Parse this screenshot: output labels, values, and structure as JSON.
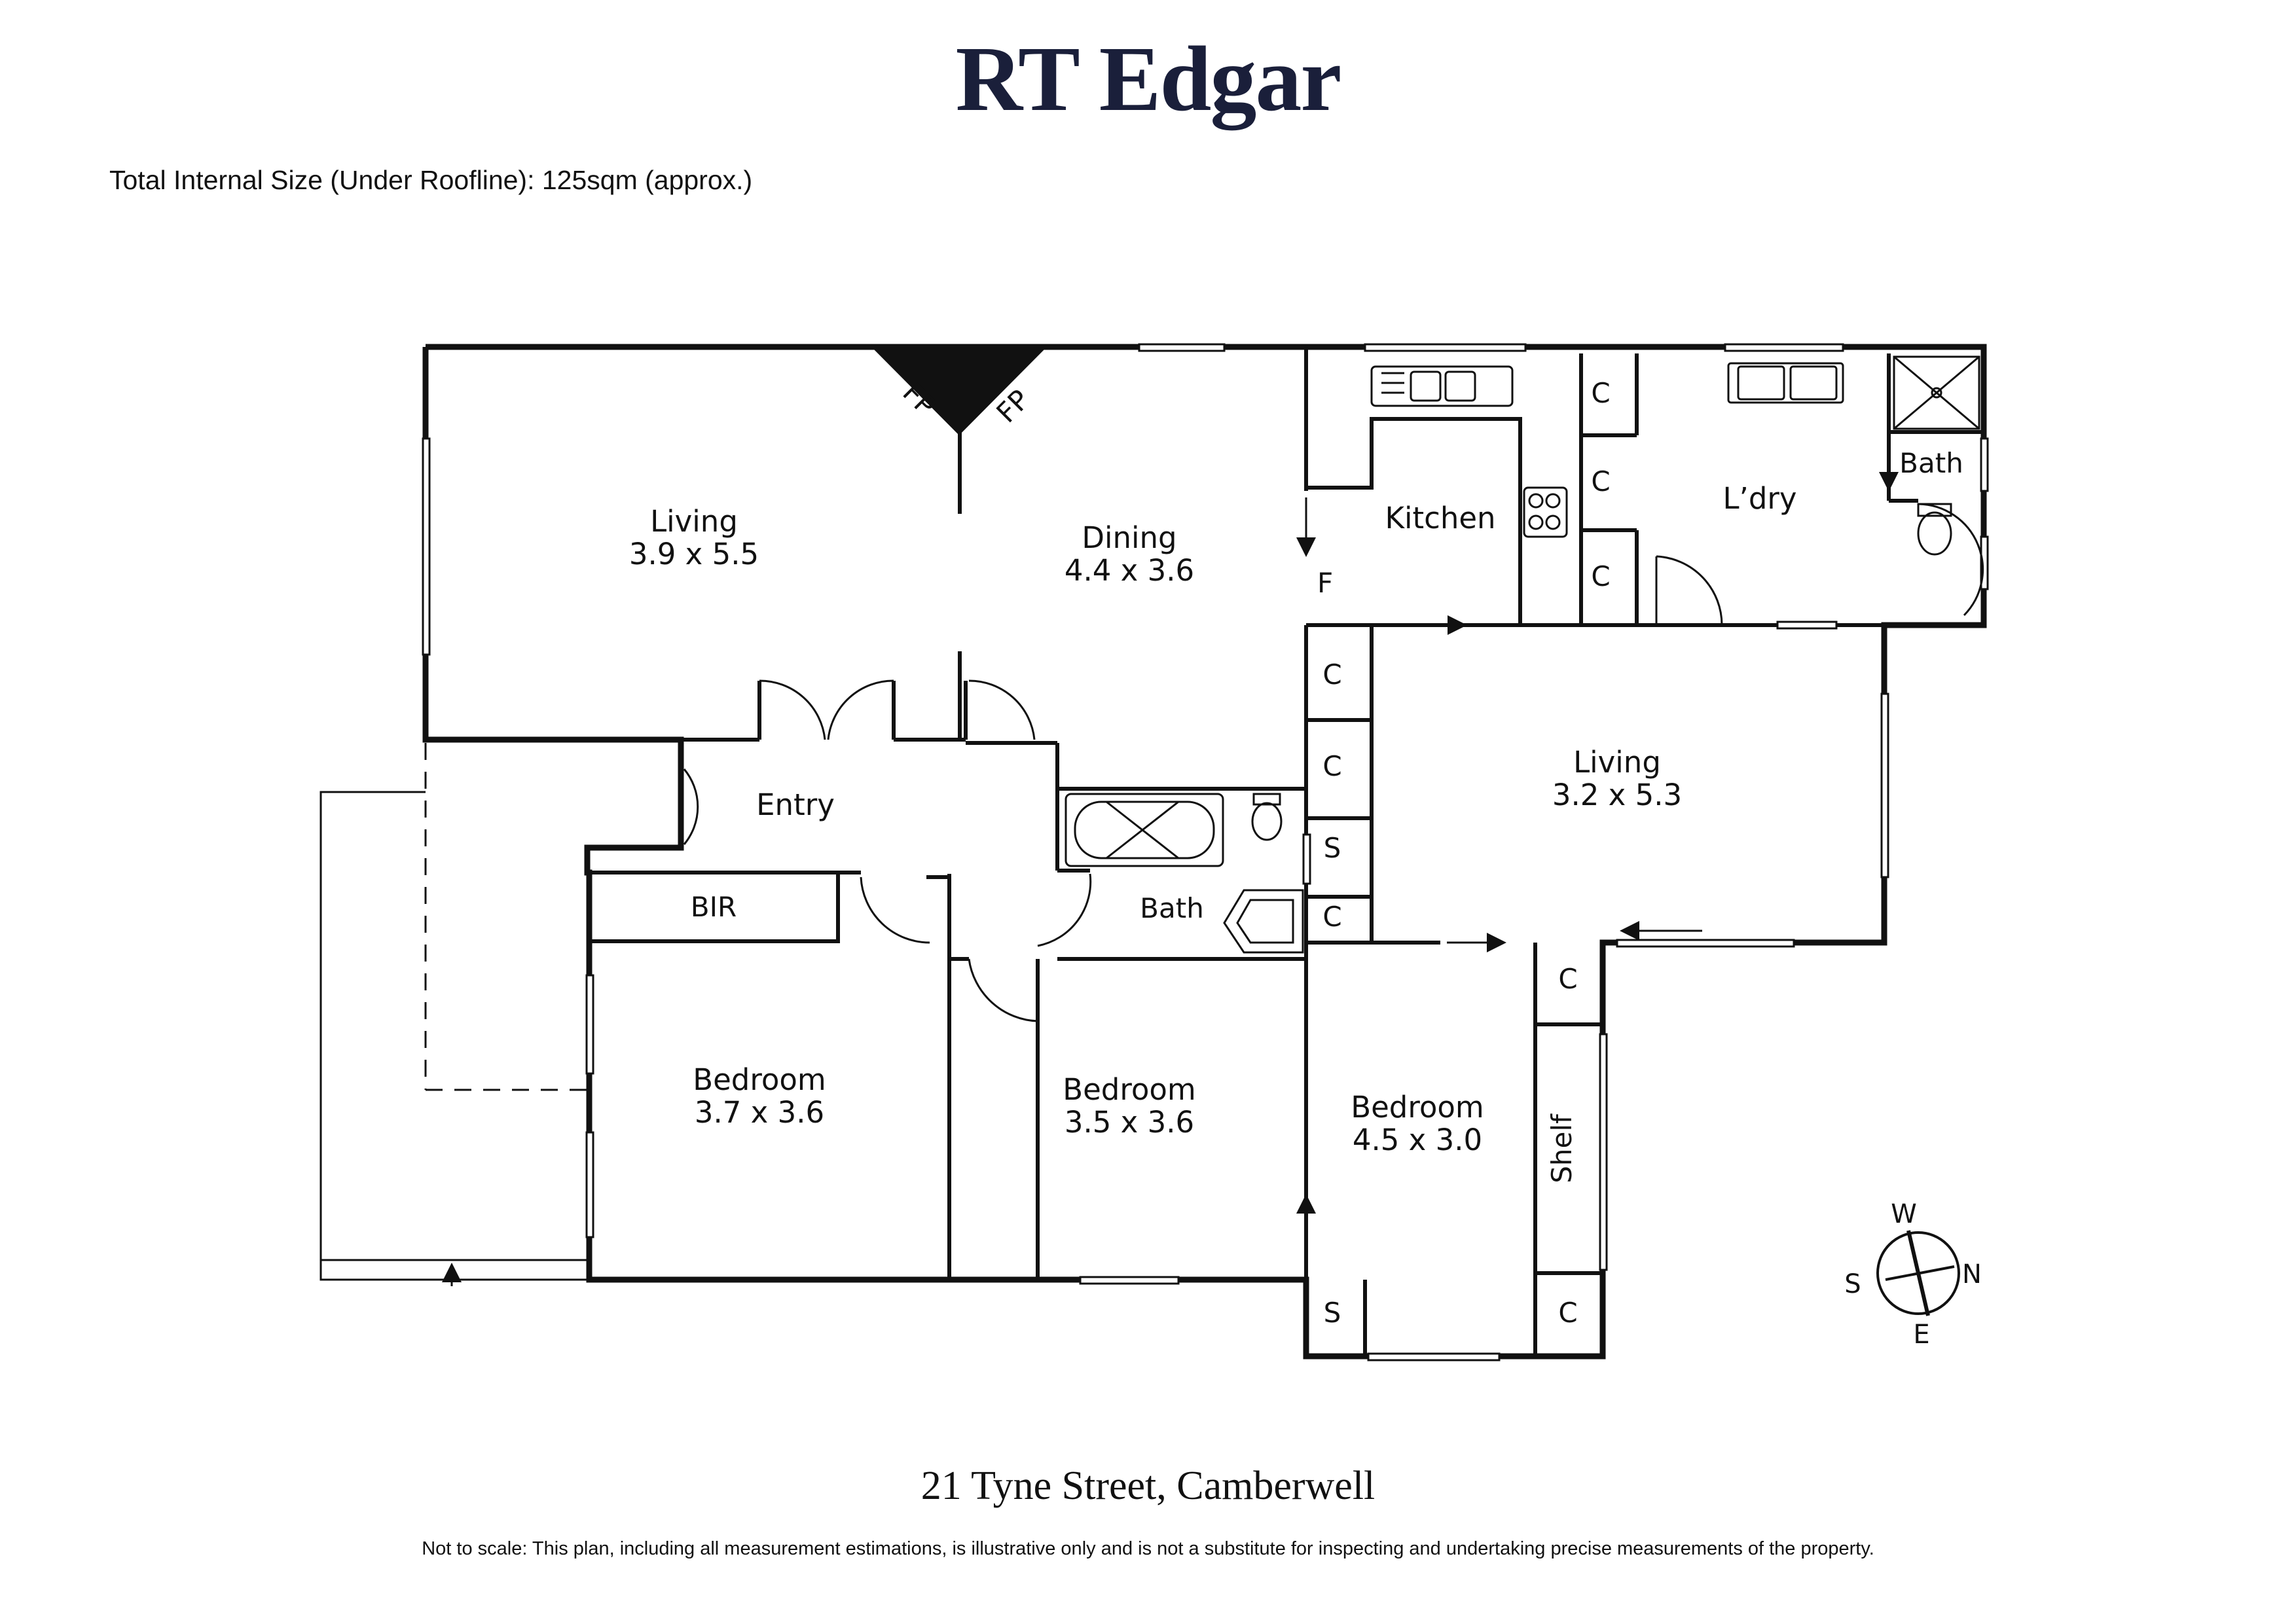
{
  "brand": "RT Edgar",
  "size_note": "Total Internal Size (Under Roofline):  125sqm (approx.)",
  "address": "21 Tyne Street, Camberwell",
  "disclaimer": "Not to scale: This plan, including all measurement estimations, is illustrative only and is not a substitute for inspecting and undertaking precise measurements of the property.",
  "rooms": {
    "living_main": {
      "name": "Living",
      "dims": "3.9 x 5.5"
    },
    "dining": {
      "name": "Dining",
      "dims": "4.4 x 3.6"
    },
    "kitchen": {
      "name": "Kitchen"
    },
    "laundry": {
      "name": "L’dry"
    },
    "bath_rear": {
      "name": "Bath"
    },
    "living_rear": {
      "name": "Living",
      "dims": "3.2 x 5.3"
    },
    "entry": {
      "name": "Entry"
    },
    "bir": {
      "name": "BIR"
    },
    "bath_main": {
      "name": "Bath"
    },
    "bedroom_1": {
      "name": "Bedroom",
      "dims": "3.7 x 3.6"
    },
    "bedroom_2": {
      "name": "Bedroom",
      "dims": "3.5 x 3.6"
    },
    "bedroom_3": {
      "name": "Bedroom",
      "dims": "4.5 x 3.0"
    }
  },
  "fixtures": {
    "fireplace_left": "FP",
    "fireplace_right": "FP",
    "fridge": "F",
    "cupboard": "C",
    "storage": "S",
    "shelf": "Shelf"
  },
  "compass": {
    "north": "N",
    "south": "S",
    "east": "E",
    "west": "W"
  },
  "colors": {
    "wall": "#111111",
    "brand": "#1a1f3a"
  }
}
